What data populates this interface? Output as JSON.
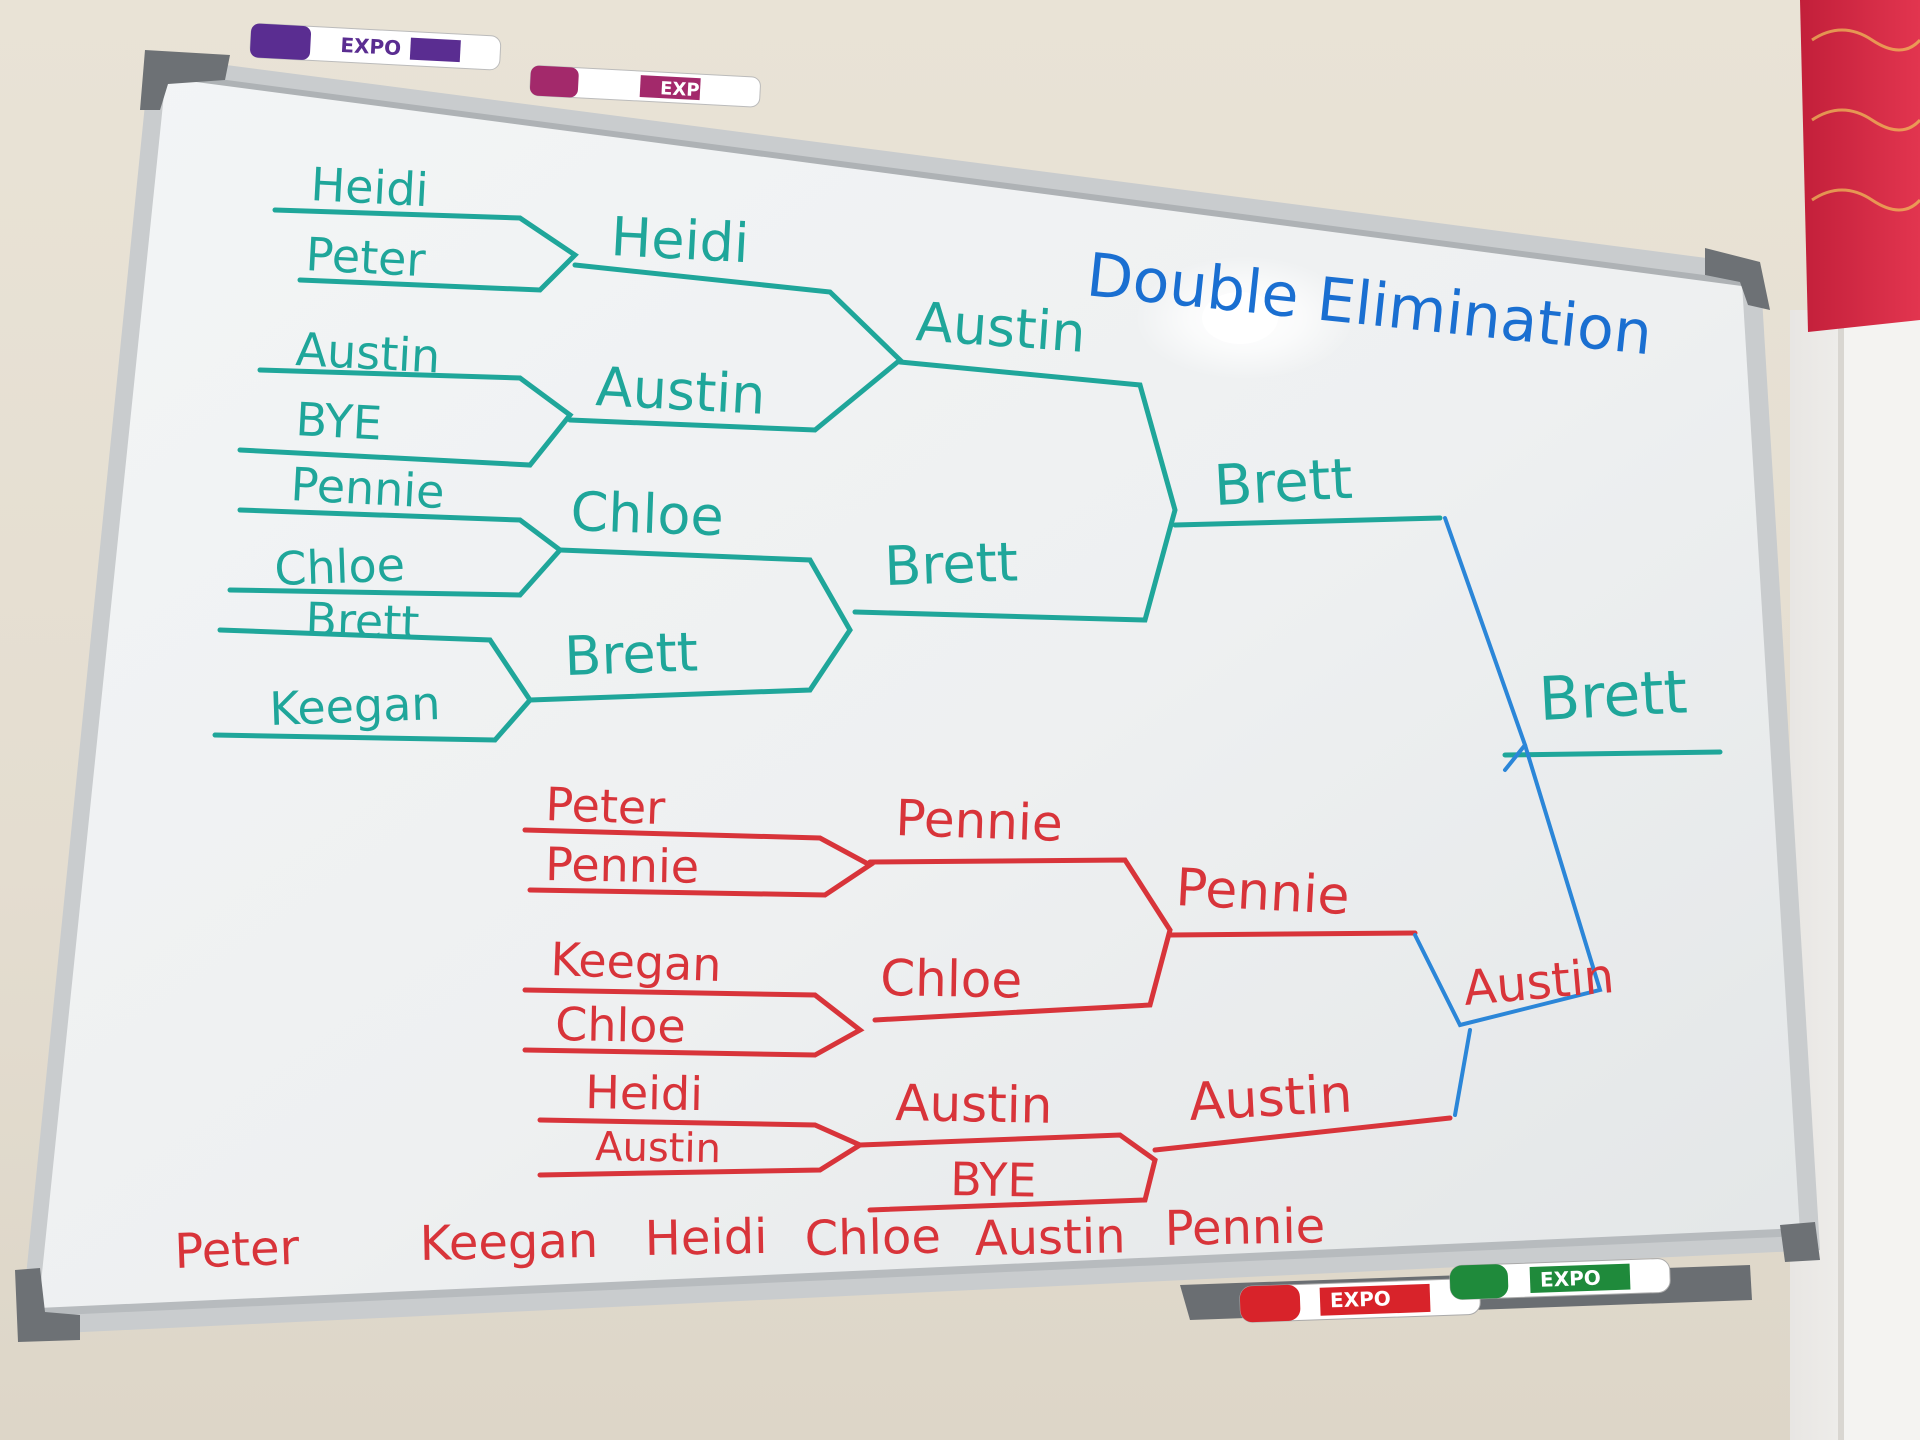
{
  "board": {
    "title": "Double Elimination"
  },
  "winners_bracket": {
    "round1": [
      "Heidi",
      "Peter",
      "Austin",
      "BYE",
      "Pennie",
      "Chloe",
      "Brett",
      "Keegan"
    ],
    "round2": [
      "Heidi",
      "Austin",
      "Chloe",
      "Brett"
    ],
    "round3": [
      "Austin",
      "Brett"
    ],
    "final": "Brett"
  },
  "losers_bracket": {
    "round1": [
      "Peter",
      "Pennie",
      "Keegan",
      "Chloe",
      "Heidi",
      "Austin"
    ],
    "round2": [
      "Pennie",
      "Chloe",
      "Austin",
      "BYE"
    ],
    "round3": [
      "Pennie",
      "Austin"
    ],
    "final": "Austin"
  },
  "champion": "Brett",
  "eliminated_order": [
    "Peter",
    "Keegan",
    "Heidi",
    "Chloe",
    "Austin",
    "Pennie"
  ],
  "markers": [
    {
      "brand": "EXPO",
      "color": "#5a2d91"
    },
    {
      "brand": "EXPO",
      "color": "#a3296b"
    },
    {
      "brand": "EXPO",
      "color": "#d8232a"
    },
    {
      "brand": "EXPO",
      "color": "#1f8a3b"
    }
  ],
  "colors": {
    "winners_ink": "#1fa69a",
    "losers_ink": "#d8343a",
    "title_ink": "#1a6fd1",
    "final_ink": "#2b86d8"
  }
}
